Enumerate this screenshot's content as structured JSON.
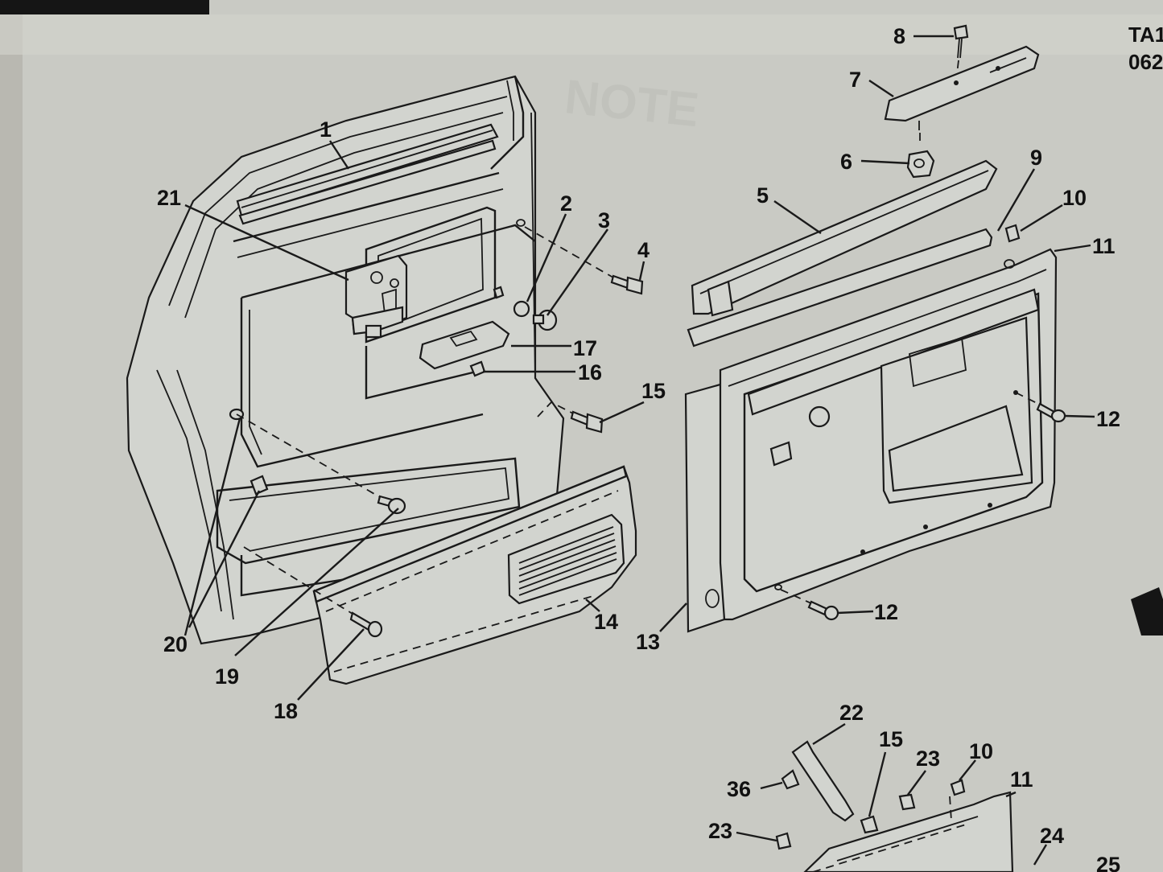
{
  "corner_codes": [
    "TA1",
    "062"
  ],
  "callouts": [
    {
      "id": "c1",
      "text": "1"
    },
    {
      "id": "c2",
      "text": "2"
    },
    {
      "id": "c3",
      "text": "3"
    },
    {
      "id": "c4",
      "text": "4"
    },
    {
      "id": "c5",
      "text": "5"
    },
    {
      "id": "c6",
      "text": "6"
    },
    {
      "id": "c7",
      "text": "7"
    },
    {
      "id": "c8",
      "text": "8"
    },
    {
      "id": "c9",
      "text": "9"
    },
    {
      "id": "c10",
      "text": "10"
    },
    {
      "id": "c11",
      "text": "11"
    },
    {
      "id": "c12a",
      "text": "12"
    },
    {
      "id": "c12b",
      "text": "12"
    },
    {
      "id": "c13",
      "text": "13"
    },
    {
      "id": "c14",
      "text": "14"
    },
    {
      "id": "c15a",
      "text": "15"
    },
    {
      "id": "c16",
      "text": "16"
    },
    {
      "id": "c17",
      "text": "17"
    },
    {
      "id": "c18",
      "text": "18"
    },
    {
      "id": "c19",
      "text": "19"
    },
    {
      "id": "c20",
      "text": "20"
    },
    {
      "id": "c21",
      "text": "21"
    },
    {
      "id": "c22",
      "text": "22"
    },
    {
      "id": "c15b",
      "text": "15"
    },
    {
      "id": "c23a",
      "text": "23"
    },
    {
      "id": "c10b",
      "text": "10"
    },
    {
      "id": "c11b",
      "text": "11"
    },
    {
      "id": "c36",
      "text": "36"
    },
    {
      "id": "c23b",
      "text": "23"
    },
    {
      "id": "c24",
      "text": "24"
    },
    {
      "id": "c25",
      "text": "25"
    }
  ]
}
